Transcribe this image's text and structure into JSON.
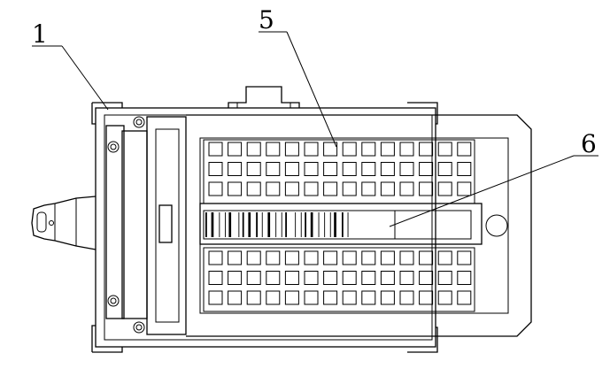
{
  "diagram": {
    "labels": [
      {
        "id": "1",
        "text": "1"
      },
      {
        "id": "5",
        "text": "5"
      },
      {
        "id": "6",
        "text": "6"
      }
    ],
    "grid": {
      "top_rows": 3,
      "bottom_rows": 3,
      "columns": 14
    },
    "colors": {
      "stroke": "#000000",
      "background": "#ffffff"
    }
  }
}
